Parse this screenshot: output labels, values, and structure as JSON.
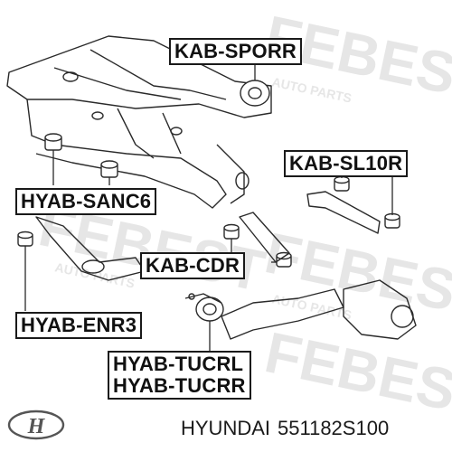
{
  "watermark": {
    "brand": "FEBEST",
    "tagline": "AUTO PARTS"
  },
  "labels": {
    "kab_sporr": "KAB-SPORR",
    "kab_sl10r": "KAB-SL10R",
    "hyab_sanc6": "HYAB-SANC6",
    "kab_cdr": "KAB-CDR",
    "hyab_enr3": "HYAB-ENR3",
    "hyab_tucrl": "HYAB-TUCRL",
    "hyab_tucrr": "HYAB-TUCRR"
  },
  "footer": {
    "brand": "HYUNDAI",
    "part_number": "551182S100"
  },
  "logo": {
    "name": "hyundai-logo",
    "text": "H"
  },
  "colors": {
    "line": "#2a2a2a",
    "watermark": "#e6e6e6"
  }
}
